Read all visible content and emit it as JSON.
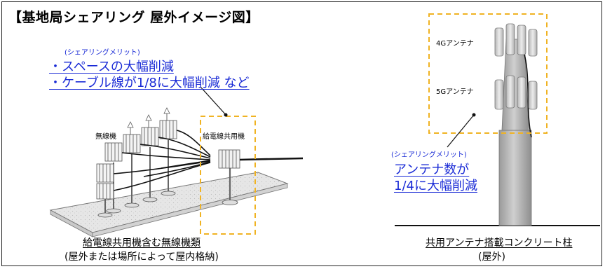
{
  "title": "【基地局シェアリング 屋外イメージ図】",
  "left": {
    "merit_header": "(シェアリングメリット)",
    "merit_lines": [
      "・スペースの大幅削減",
      "・ケーブル線が1/8に大幅削減 など"
    ],
    "radio_label": "無線機",
    "feeder_label": "給電線共用機",
    "caption_lines": [
      "給電線共用機含む無線機類",
      "(屋外または場所によって屋内格納)"
    ]
  },
  "right": {
    "antenna_4g_label": "4Gアンテナ",
    "antenna_5g_label": "5Gアンテナ",
    "merit_header": "(シェアリングメリット)",
    "merit_lines": [
      "アンテナ数が",
      "1/4に大幅削減"
    ],
    "caption_lines": [
      "共用アンテナ搭載コンクリート柱",
      "(屋外)"
    ]
  },
  "colors": {
    "accent_text": "#1a2bd6",
    "dashed_box": "#f0b323",
    "pole": "#b9b9b9",
    "slab": "#e4e4e4"
  }
}
